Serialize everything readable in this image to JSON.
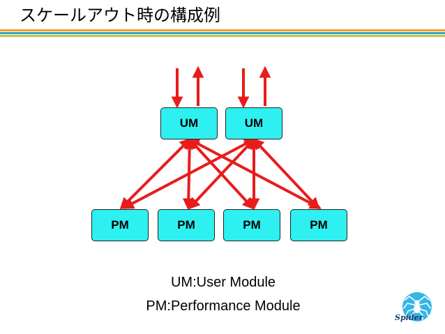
{
  "title": "スケールアウト時の構成例",
  "header_rule_colors": [
    "#f0a020",
    "#3aa0c8",
    "#b8cc3a"
  ],
  "um_nodes": [
    "UM",
    "UM"
  ],
  "pm_nodes": [
    "PM",
    "PM",
    "PM",
    "PM"
  ],
  "node_color": "#2ef0f0",
  "arrow_color": "#e81c1c",
  "legend": {
    "um": "UM:User Module",
    "pm": "PM:Performance Module"
  },
  "logo": {
    "icon": "spider-icon",
    "text": "Spider"
  }
}
